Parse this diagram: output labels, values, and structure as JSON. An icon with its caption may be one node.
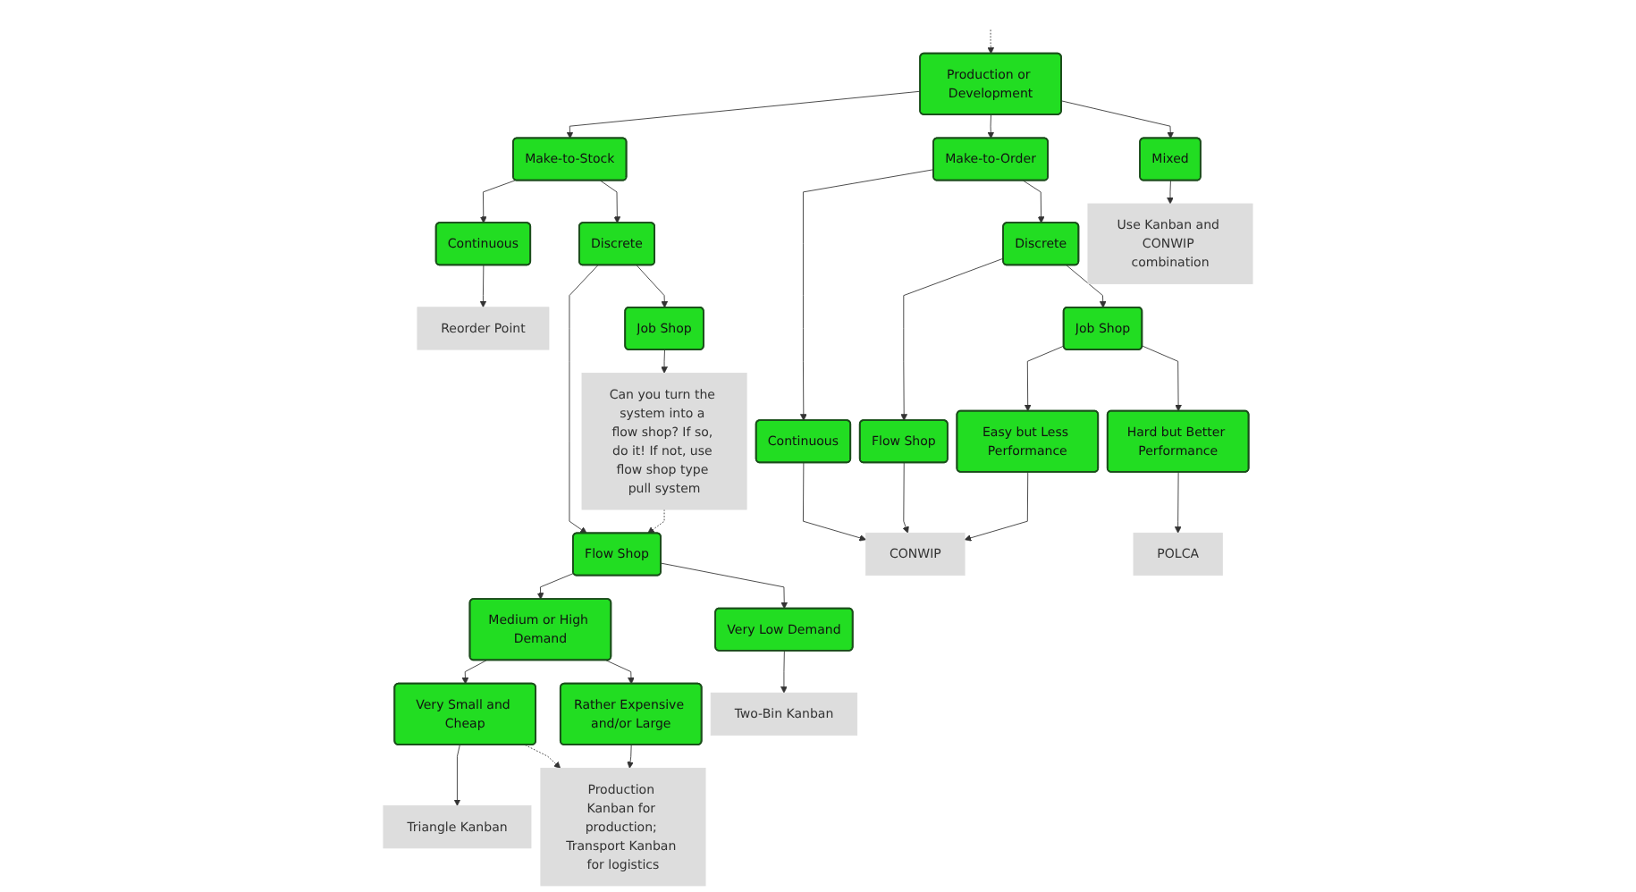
{
  "diagram": {
    "nodes": [
      {
        "text": [
          "Production or Development"
        ]
      },
      {
        "text": [
          "Make-to-Stock"
        ]
      },
      {
        "text": [
          "Make-to-Order"
        ]
      },
      {
        "text": [
          "Mixed"
        ]
      },
      {
        "text": [
          "Continuous"
        ]
      },
      {
        "text": [
          "Discrete"
        ]
      },
      {
        "text": [
          "Continuous"
        ]
      },
      {
        "text": [
          "Discrete"
        ]
      },
      {
        "text": [
          "Flow Shop"
        ]
      },
      {
        "text": [
          "Job Shop"
        ]
      },
      {
        "text": [
          "Flow Shop"
        ]
      },
      {
        "text": [
          "Job Shop"
        ]
      },
      {
        "text": [
          "Medium or High Demand"
        ]
      },
      {
        "text": [
          "Very Low Demand"
        ]
      },
      {
        "text": [
          "Easy but Less Performance"
        ]
      },
      {
        "text": [
          "Hard but Better Performance"
        ]
      },
      {
        "text": [
          "Very Small and Cheap"
        ]
      },
      {
        "text": [
          "Rather Expensive and/or Large"
        ]
      },
      {
        "text": [
          "Reorder Point"
        ]
      },
      {
        "text": [
          "Triangle Kanban"
        ]
      },
      {
        "text": [
          "Production Kanban for production; Transport Kanban for logistics"
        ]
      },
      {
        "text": [
          "Two-Bin Kanban"
        ]
      },
      {
        "text": [
          "Can you turn the system into a flow shop? If so, do it! If not, use flow shop type pull system"
        ]
      },
      {
        "text": [
          "CONWIP"
        ]
      },
      {
        "text": [
          "POLCA"
        ]
      },
      {
        "text": [
          "Use Kanban and CONWIP combination"
        ]
      }
    ],
    "edges": [
      {
        "from": null,
        "to": 0,
        "arrow": "to",
        "style": "dashed"
      },
      {
        "from": 0,
        "to": 1,
        "arrow": "to"
      },
      {
        "from": 0,
        "to": 2,
        "arrow": "to"
      },
      {
        "from": 0,
        "to": 3,
        "arrow": "to"
      },
      {
        "from": 1,
        "to": 4,
        "arrow": "to"
      },
      {
        "from": 1,
        "to": 5,
        "arrow": "to"
      },
      {
        "from": 2,
        "to": 6,
        "arrow": "to"
      },
      {
        "from": 2,
        "to": 7,
        "arrow": "to"
      },
      {
        "from": 5,
        "to": 8,
        "arrow": "to"
      },
      {
        "from": 5,
        "to": 9,
        "arrow": "to"
      },
      {
        "from": 7,
        "to": 10,
        "arrow": "to"
      },
      {
        "from": 7,
        "to": 11,
        "arrow": "to"
      },
      {
        "from": 8,
        "to": 12,
        "arrow": "to"
      },
      {
        "from": 8,
        "to": 13,
        "arrow": "to"
      },
      {
        "from": 11,
        "to": 14,
        "arrow": "to"
      },
      {
        "from": 11,
        "to": 15,
        "arrow": "to"
      },
      {
        "from": 12,
        "to": 16,
        "arrow": "to"
      },
      {
        "from": 12,
        "to": 17,
        "arrow": "to"
      },
      {
        "from": 4,
        "to": 18,
        "arrow": "to"
      },
      {
        "from": 16,
        "to": 19,
        "arrow": "to"
      },
      {
        "from": 16,
        "to": 20,
        "arrow": "to",
        "style": "dashed"
      },
      {
        "from": 17,
        "to": 20,
        "arrow": "to"
      },
      {
        "from": 13,
        "to": 21,
        "arrow": "to"
      },
      {
        "from": 9,
        "to": 22,
        "arrow": "to"
      },
      {
        "from": 22,
        "to": 8,
        "arrow": "to",
        "style": "dashed"
      },
      {
        "from": 6,
        "to": 23,
        "arrow": "to"
      },
      {
        "from": 10,
        "to": 23,
        "arrow": "to"
      },
      {
        "from": 14,
        "to": 23,
        "arrow": "to"
      },
      {
        "from": 15,
        "to": 24,
        "arrow": "to"
      },
      {
        "from": 3,
        "to": 25,
        "arrow": "to"
      }
    ]
  }
}
